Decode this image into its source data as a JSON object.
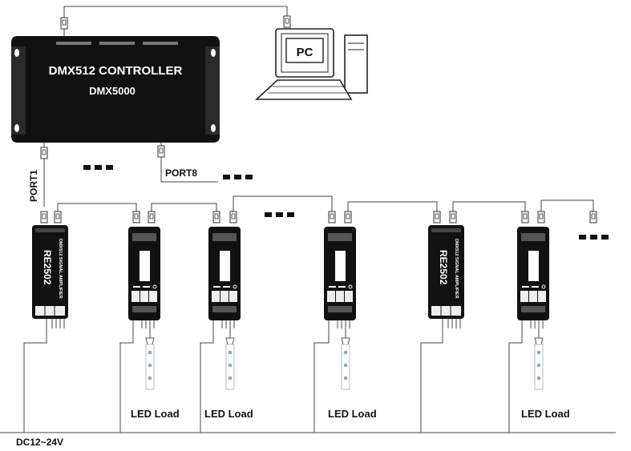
{
  "controller": {
    "title": "DMX512 CONTROLLER",
    "model": "DMX5000",
    "ports": [
      "PORT1",
      "PORT8"
    ]
  },
  "pc": {
    "label": "PC"
  },
  "amplifiers": [
    {
      "model": "RE2502",
      "side_text": "DMX512 SIGNAL AMPLIFIER"
    },
    {
      "model": "RE2502",
      "side_text": "DMX512 SIGNAL AMPLIFIER"
    }
  ],
  "led_load_label": "LED Load",
  "loads": [
    {
      "label": "LED Load"
    },
    {
      "label": "LED Load"
    },
    {
      "label": "LED Load"
    },
    {
      "label": "LED Load"
    }
  ],
  "power": {
    "label": "DC12~24V"
  },
  "colors": {
    "device": "#111111",
    "line": "#444444",
    "led": "#8aa6b8"
  },
  "icons": [
    "mounting-hole-icon",
    "rj45-connector-icon",
    "led-strip-icon",
    "ellipsis-icon"
  ]
}
